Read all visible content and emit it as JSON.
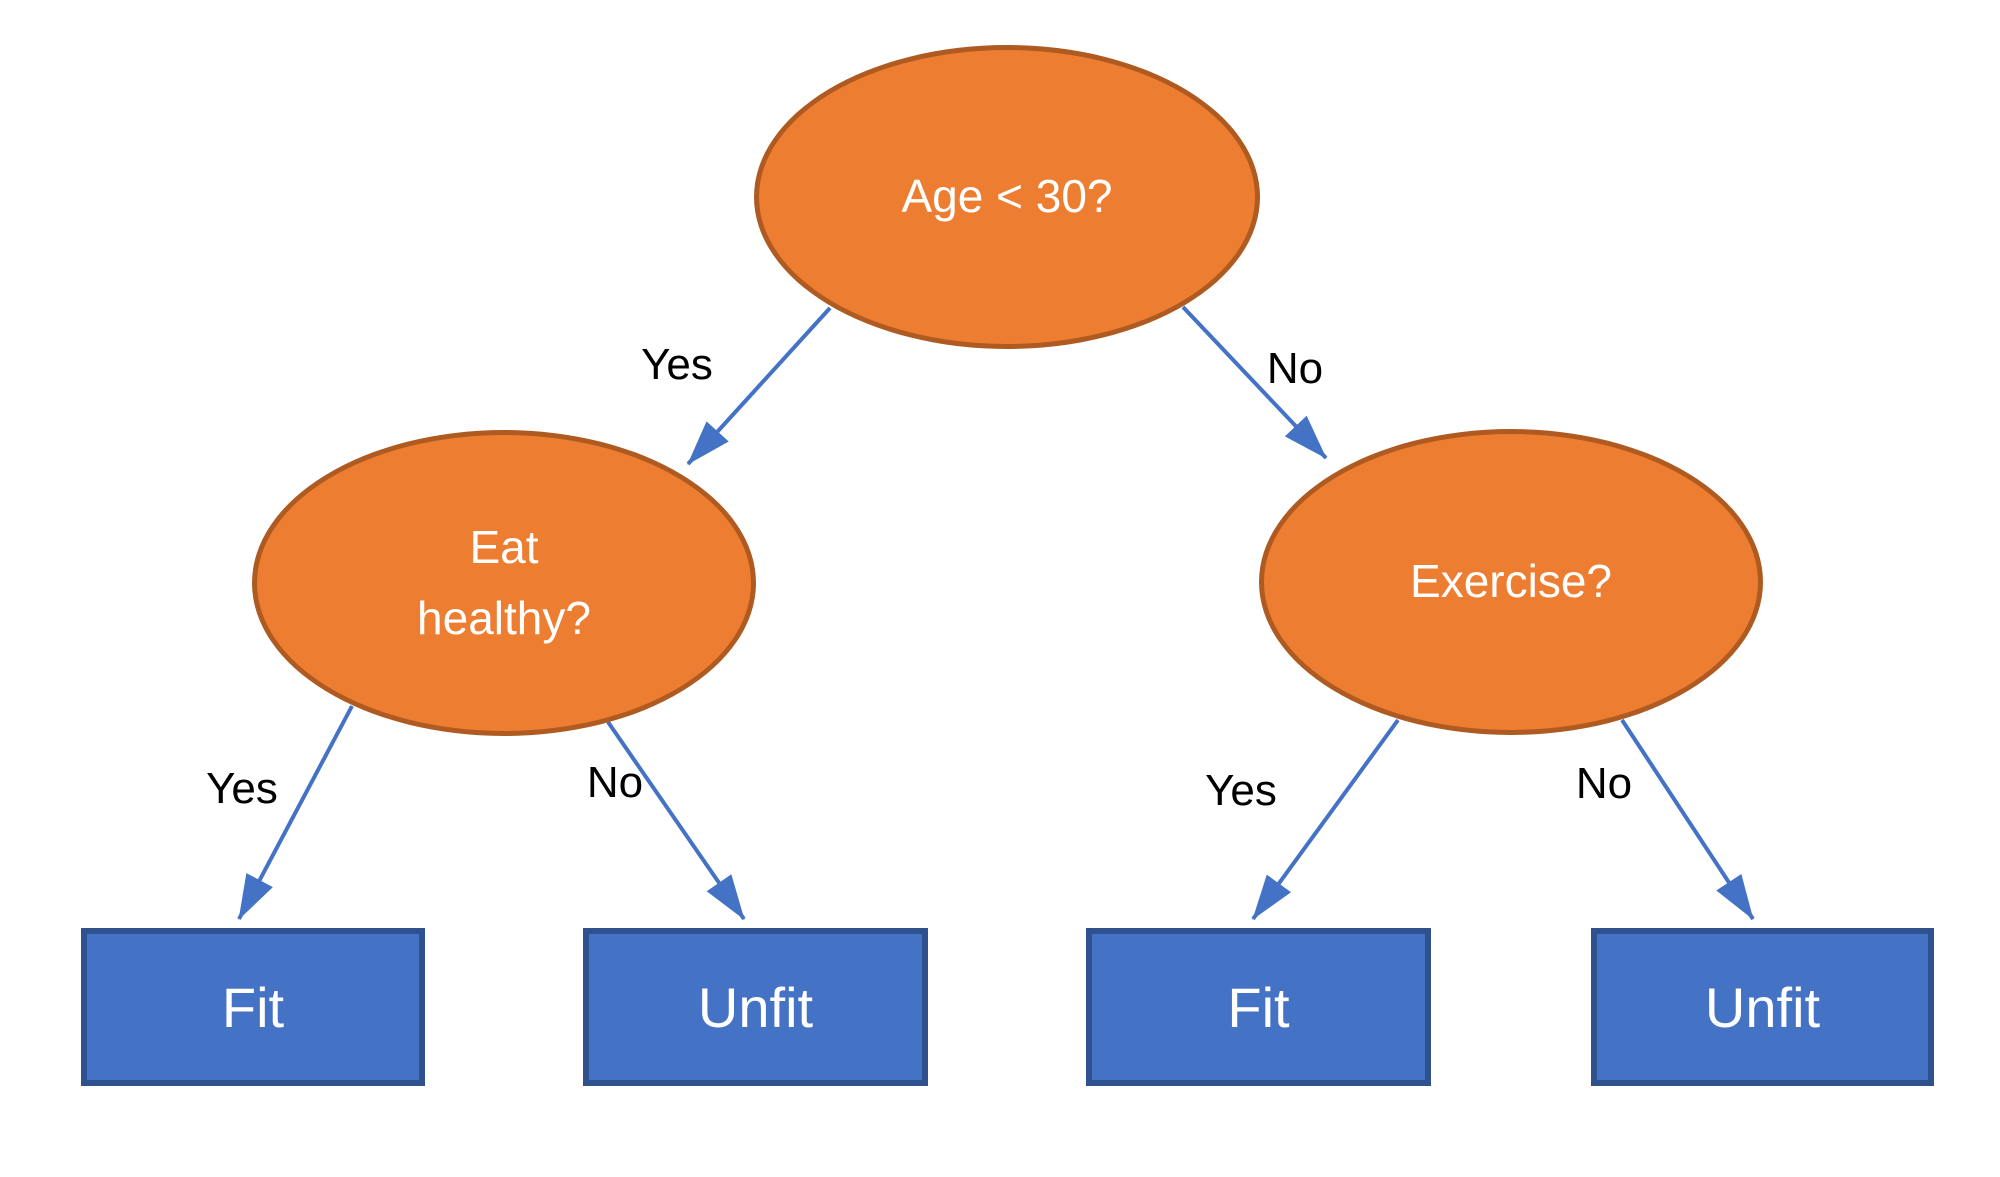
{
  "diagram": {
    "type": "decision-tree",
    "nodes": {
      "root": {
        "label": "Age < 30?",
        "shape": "ellipse"
      },
      "eat_healthy": {
        "label": "Eat healthy?",
        "shape": "ellipse"
      },
      "exercise": {
        "label": "Exercise?",
        "shape": "ellipse"
      },
      "fit_left": {
        "label": "Fit",
        "shape": "rect"
      },
      "unfit_left": {
        "label": "Unfit",
        "shape": "rect"
      },
      "fit_right": {
        "label": "Fit",
        "shape": "rect"
      },
      "unfit_right": {
        "label": "Unfit",
        "shape": "rect"
      }
    },
    "edges": [
      {
        "from": "root",
        "to": "eat_healthy",
        "label": "Yes"
      },
      {
        "from": "root",
        "to": "exercise",
        "label": "No"
      },
      {
        "from": "eat_healthy",
        "to": "fit_left",
        "label": "Yes"
      },
      {
        "from": "eat_healthy",
        "to": "unfit_left",
        "label": "No"
      },
      {
        "from": "exercise",
        "to": "fit_right",
        "label": "Yes"
      },
      {
        "from": "exercise",
        "to": "unfit_right",
        "label": "No"
      }
    ],
    "colors": {
      "decision_fill": "#ED7D31",
      "decision_border": "#AE5A21",
      "leaf_fill": "#4472C4",
      "leaf_border": "#2F528F",
      "arrow": "#4472C4",
      "edge_label_text": "#000000",
      "node_text": "#FFFFFF",
      "background": "#FFFFFF"
    }
  }
}
